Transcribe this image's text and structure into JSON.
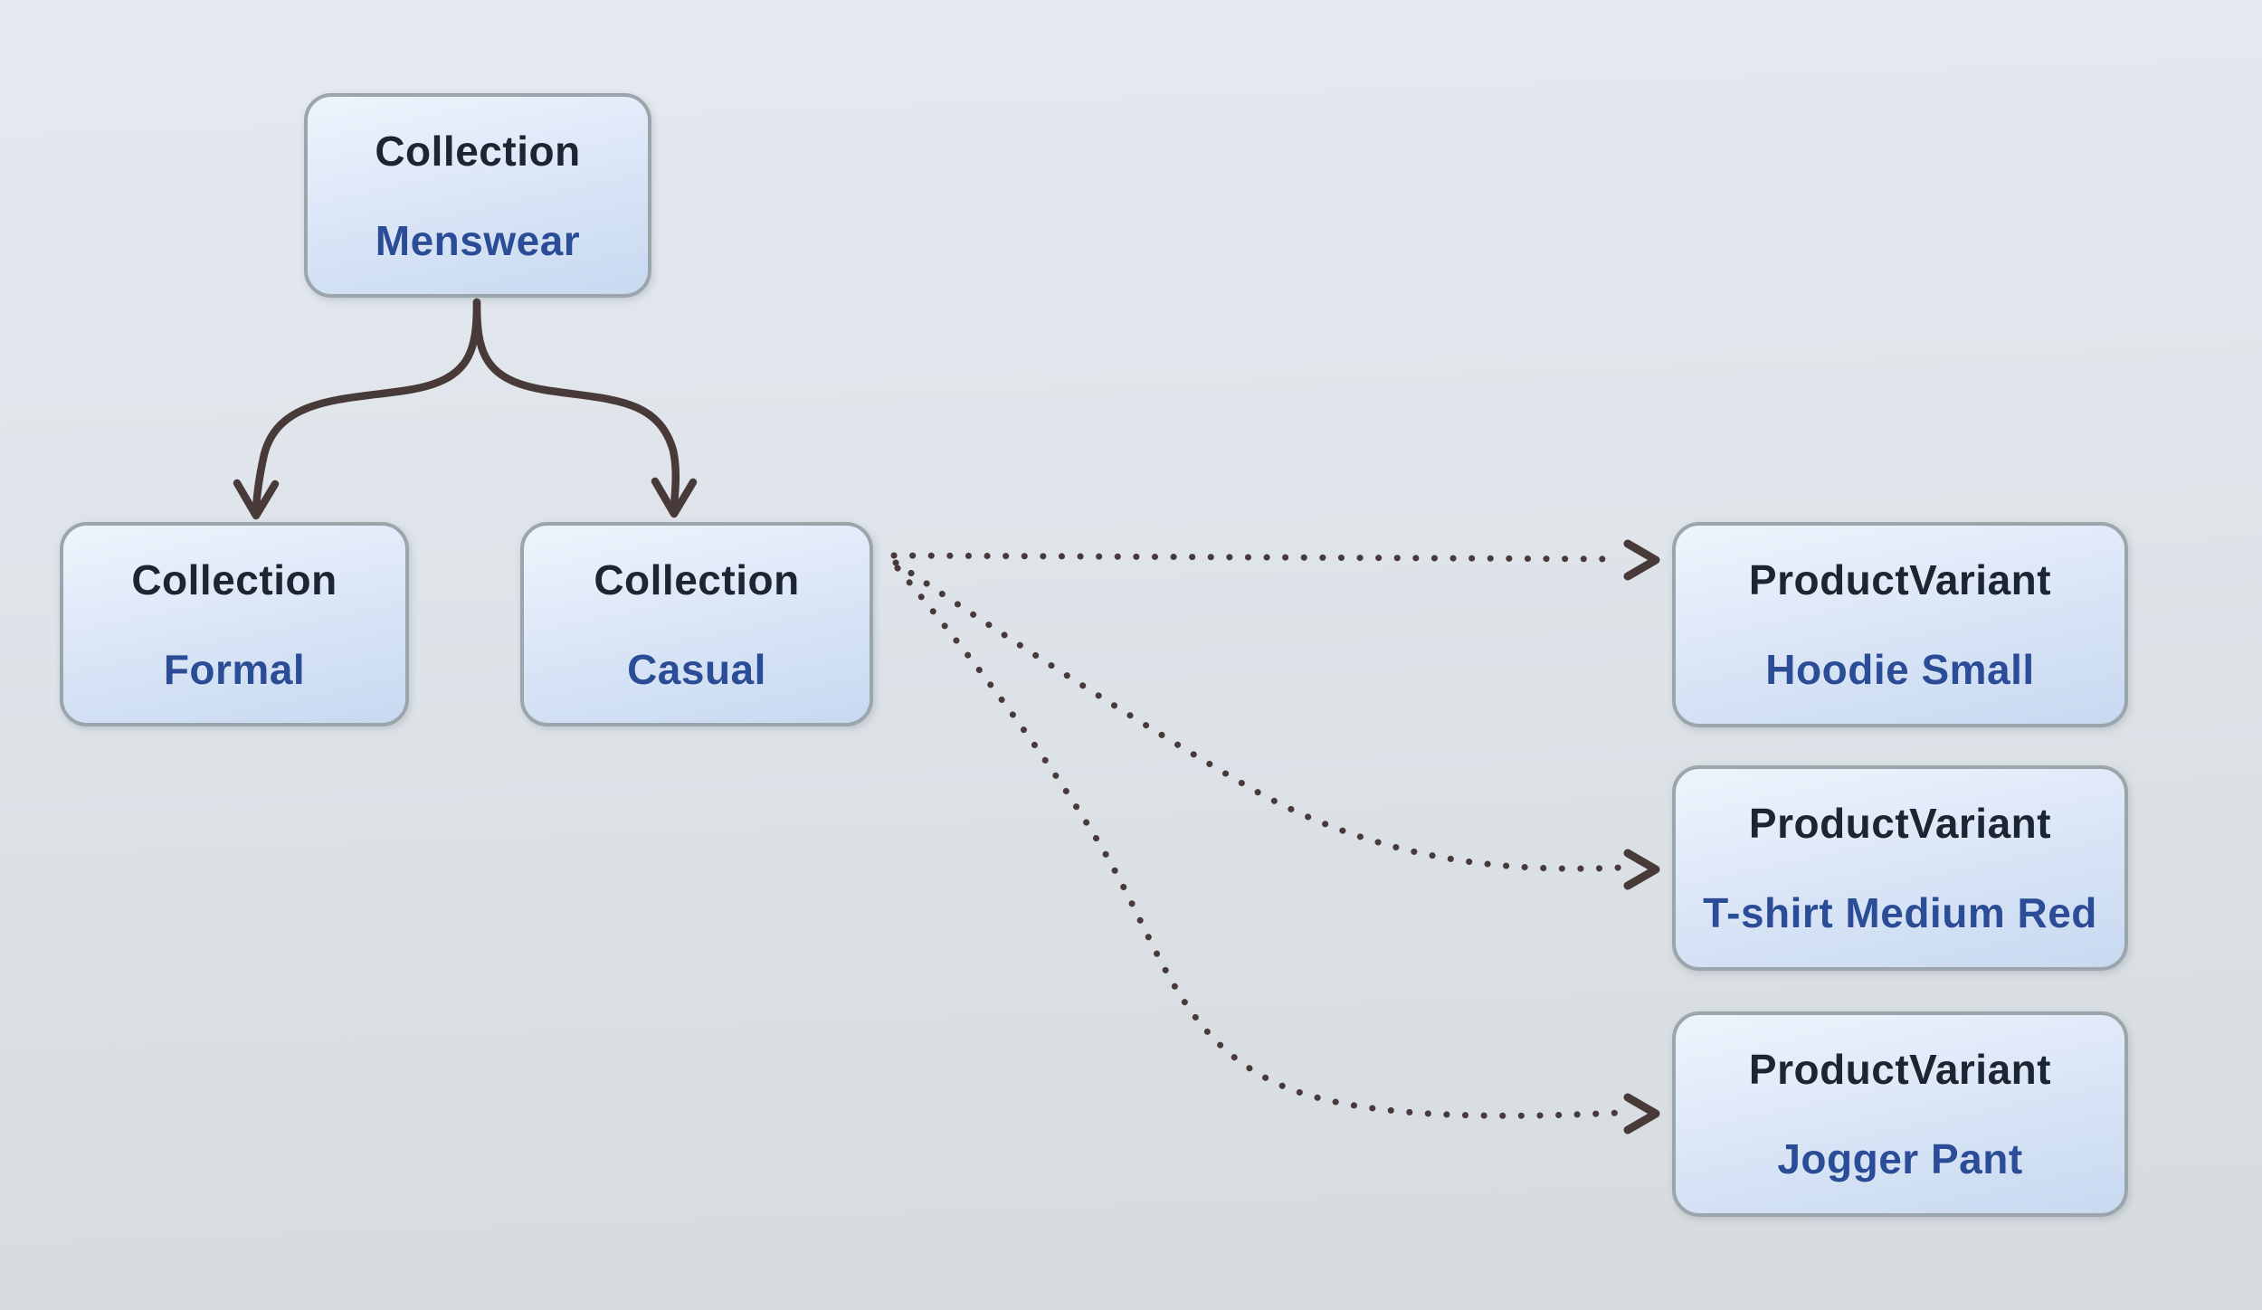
{
  "nodes": [
    {
      "type": "Collection",
      "name": "Menswear"
    },
    {
      "type": "Collection",
      "name": "Formal"
    },
    {
      "type": "Collection",
      "name": "Casual"
    },
    {
      "type": "ProductVariant",
      "name": "Hoodie Small"
    },
    {
      "type": "ProductVariant",
      "name": "T-shirt Medium Red"
    },
    {
      "type": "ProductVariant",
      "name": "Jogger Pant"
    }
  ],
  "edges": [
    {
      "from": "Menswear",
      "to": "Formal",
      "style": "solid-curved-arrow"
    },
    {
      "from": "Menswear",
      "to": "Casual",
      "style": "solid-curved-arrow"
    },
    {
      "from": "Casual",
      "to": "Hoodie Small",
      "style": "dotted-arrow"
    },
    {
      "from": "Casual",
      "to": "T-shirt Medium Red",
      "style": "dotted-arrow"
    },
    {
      "from": "Casual",
      "to": "Jogger Pant",
      "style": "dotted-arrow"
    }
  ],
  "theme": {
    "colors": {
      "background_top": "#e4eaf0",
      "background_bottom": "#d5dbde",
      "node_fill_top": "#eef4fc",
      "node_fill_mid": "#dbe6f7",
      "node_fill_bottom": "#c8d9f0",
      "node_border": "#9aa5ac",
      "type_text": "#1c2633",
      "name_text": "#2b4c96",
      "edge_solid": "#483a38",
      "edge_dotted": "#473a39"
    }
  }
}
